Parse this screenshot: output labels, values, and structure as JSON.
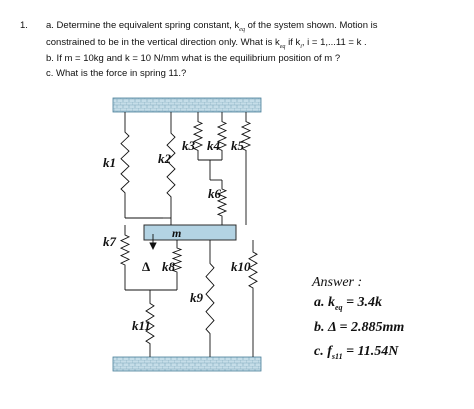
{
  "problem": {
    "number": "1.",
    "part_a_line1": "a. Determine the equivalent spring constant, k",
    "part_a_sub": "eq",
    "part_a_line1_tail": "of the system shown. Motion is",
    "part_a_line2": "constrained to be in the vertical direction only. What is k",
    "part_a_line2_sub": "eq",
    "part_a_line2_tail": "if k",
    "part_a_line2_i": "i",
    "part_a_line2_range": ", i = 1,...11 = k .",
    "part_b": "b. If m = 10kg and k = 10 N/mm  what is the equilibrium position of  m ?",
    "part_c": "c. What is the force in spring 11.?"
  },
  "figure": {
    "spring_labels": [
      "k1",
      "k2",
      "k3",
      "k4",
      "k5",
      "k6",
      "k7",
      "k8",
      "k9",
      "k10",
      "k11"
    ],
    "mass_label": "m",
    "delta_label": "Δ"
  },
  "answer": {
    "title": "Answer :",
    "a": "a.  k",
    "a_sub": "eq",
    "a_val": "= 3.4k",
    "b": "b.  Δ = 2.885mm",
    "c": "c.  f",
    "c_sub": "s11",
    "c_val": "= 11.54N"
  }
}
